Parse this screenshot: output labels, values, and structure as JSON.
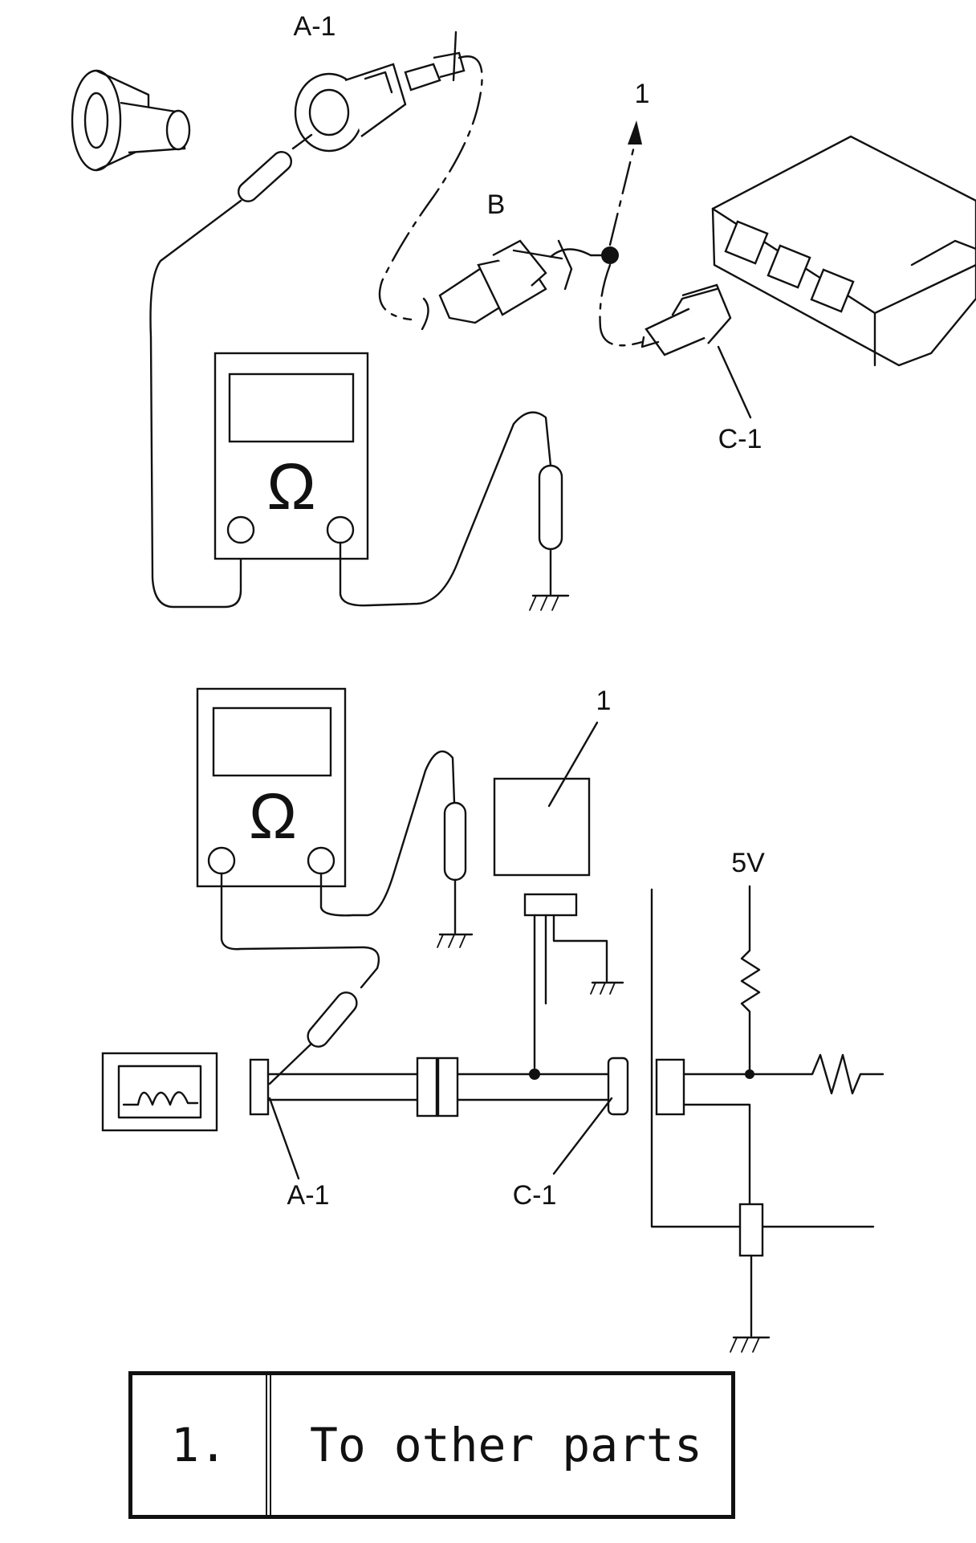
{
  "labels": {
    "top_a1": "A-1",
    "top_one": "1",
    "top_b": "B",
    "top_c1": "C-1",
    "bottom_one": "1",
    "bottom_5v": "5V",
    "bottom_a1": "A-1",
    "bottom_c1": "C-1"
  },
  "meter_symbol": "Ω",
  "legend": {
    "number": "1.",
    "text": "To other parts"
  }
}
